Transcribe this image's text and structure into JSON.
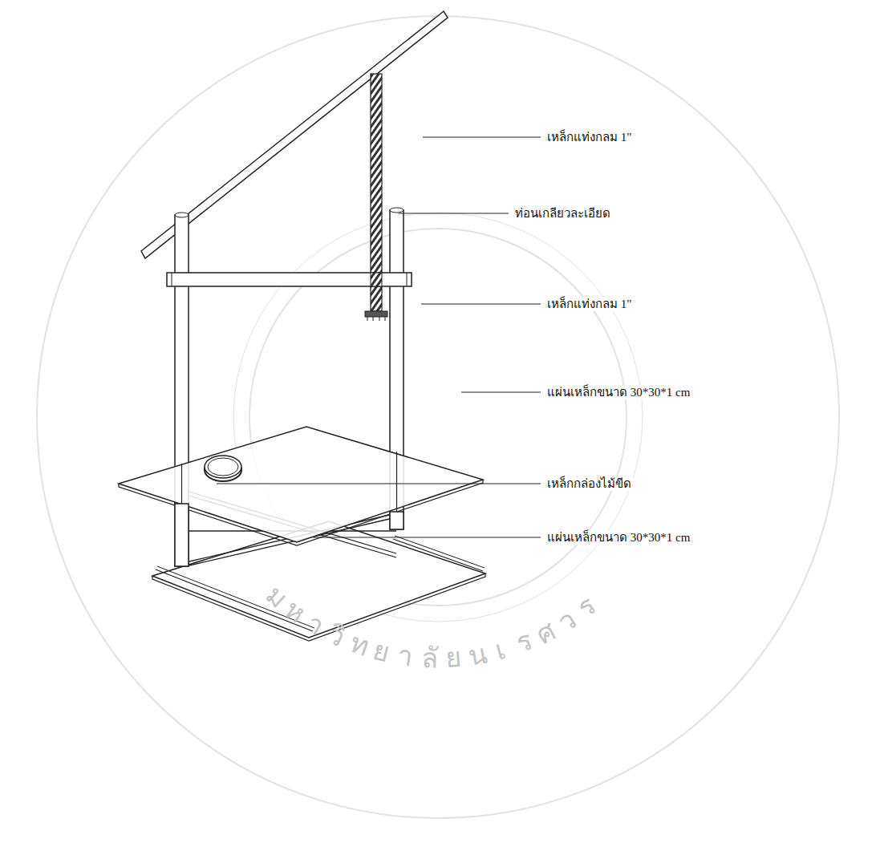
{
  "diagram": {
    "labels": [
      "เหล็กแท่งกลม 1\"",
      "ท่อนเกลียวละเอียด",
      "เหล็กแท่งกลม 1\"",
      "แผ่นเหล็กขนาด 30*30*1 cm",
      "เหล็กกล่องไม้ขีด",
      "แผ่นเหล็กขนาด 30*30*1 cm",
      "มหาวิทยาลัยนเรศวร"
    ]
  }
}
